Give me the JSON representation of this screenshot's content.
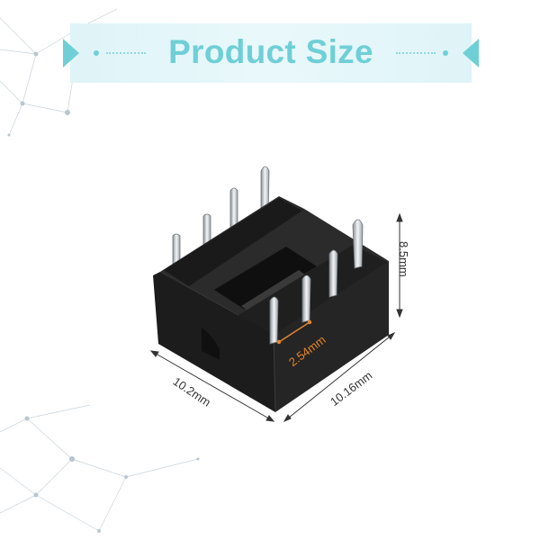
{
  "banner": {
    "title": "Product Size"
  },
  "dimensions": {
    "width": "10.2mm",
    "depth": "10.16mm",
    "height": "8.5mm",
    "pin_pitch": "2.54mm"
  },
  "colors": {
    "accent": "#6fcfd6",
    "banner_bg": "#e6f7fa",
    "pitch_label": "#e8862b",
    "body": "#1c1c1c"
  }
}
